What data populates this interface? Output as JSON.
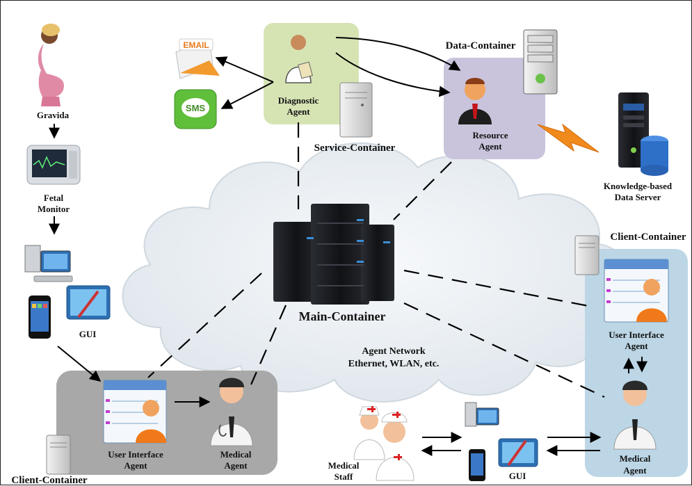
{
  "labels": {
    "gravida": "Gravida",
    "fetal_monitor": [
      "Fetal",
      "Monitor"
    ],
    "gui_left": "GUI",
    "diagnostic_agent": [
      "Diagnostic",
      "Agent"
    ],
    "service_container": "Service-Container",
    "data_container": "Data-Container",
    "resource_agent": [
      "Resource",
      "Agent"
    ],
    "knowledge_server": [
      "Knowledge-based",
      "Data Server"
    ],
    "client_container_right": "Client-Container",
    "main_container": "Main-Container",
    "agent_network": [
      "Agent Network",
      "Ethernet, WLAN, etc."
    ],
    "ui_agent_left": [
      "User Interface",
      "Agent"
    ],
    "medical_agent_left": [
      "Medical",
      "Agent"
    ],
    "client_container_left": "Client-Container",
    "ui_agent_right": [
      "User Interface",
      "Agent"
    ],
    "medical_agent_right": [
      "Medical",
      "Agent"
    ],
    "medical_staff": [
      "Medical",
      "Staff"
    ],
    "gui_bottom": "GUI",
    "email_icon_text": "EMAIL",
    "sms_icon_text": "SMS"
  },
  "colors": {
    "diagnostic_box": "#d6e4b4",
    "data_box": "#c9c4dc",
    "client_box_left": "#a8a8a8",
    "client_box_right": "#bcd6e6",
    "cloud": "#e6ecf1",
    "server_dark": "#1b1d22",
    "orange_accent": "#f08a1c"
  }
}
